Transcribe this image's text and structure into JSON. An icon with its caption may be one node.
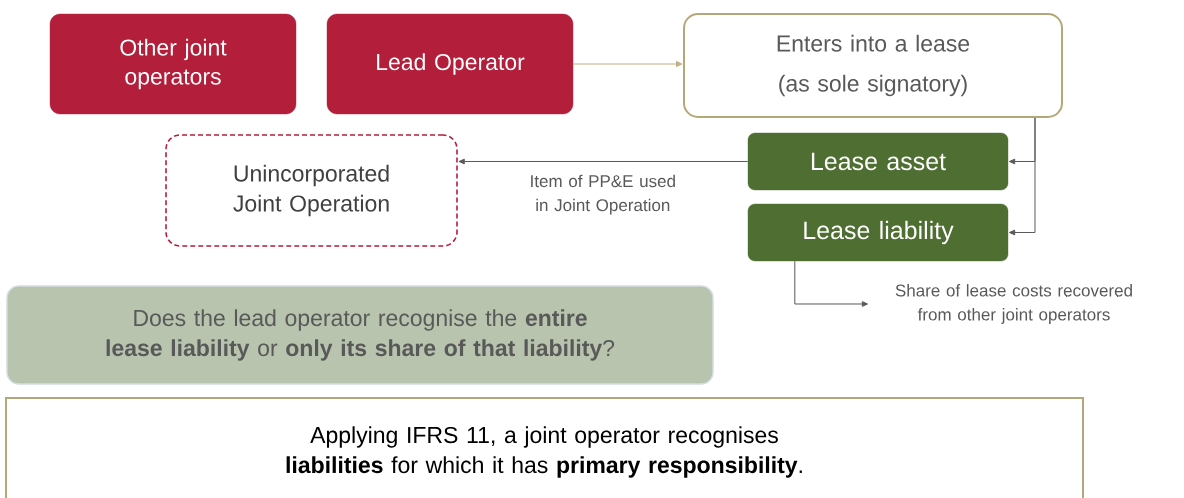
{
  "diagram": {
    "nodes": [
      {
        "text": [
          "Other joint operators"
        ]
      },
      {
        "text": [
          "Lead Operator"
        ]
      },
      {
        "text": [
          "Enters into a lease (as sole signatory)"
        ]
      },
      {
        "text": [
          "Unincorporated Joint Operation"
        ]
      },
      {
        "text": [
          "Lease asset"
        ]
      },
      {
        "text": [
          "Lease liability"
        ]
      },
      {
        "text": [
          "Share of lease costs recovered from other joint operators"
        ]
      },
      {
        "text": [
          "Does the lead operator recognise the **entire lease liability** or **only its share of that liability**?"
        ]
      },
      {
        "text": [
          "Applying IFRS 11, a joint operator recognises **liabilities** for which it has **primary responsibility**."
        ]
      }
    ],
    "edges": [
      {
        "from": 1,
        "to": 2,
        "arrow": "to",
        "color": "#c0b283"
      },
      {
        "from": 2,
        "to": 4,
        "arrow": "to"
      },
      {
        "from": 2,
        "to": 5,
        "arrow": "to"
      },
      {
        "from": 4,
        "to": 3,
        "arrow": "to",
        "label": "Item of PP&E used in Joint Operation"
      },
      {
        "from": 5,
        "to": 6,
        "arrow": "to"
      }
    ]
  }
}
